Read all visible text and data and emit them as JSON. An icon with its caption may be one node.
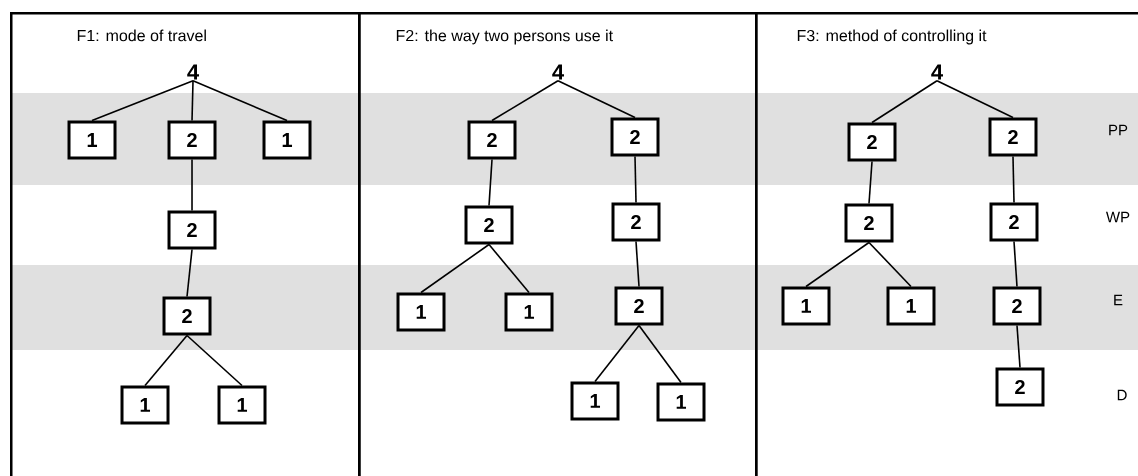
{
  "diagram": {
    "nodes": [
      {
        "text": [
          "F1: mode of travel"
        ]
      },
      {
        "text": [
          "4"
        ],
        "in": 0
      },
      {
        "text": [
          "1"
        ],
        "in": 0
      },
      {
        "text": [
          "2"
        ],
        "in": 0
      },
      {
        "text": [
          "1"
        ],
        "in": 0
      },
      {
        "text": [
          "2"
        ],
        "in": 0
      },
      {
        "text": [
          "2"
        ],
        "in": 0
      },
      {
        "text": [
          "1"
        ],
        "in": 0
      },
      {
        "text": [
          "1"
        ],
        "in": 0
      },
      {
        "text": [
          "F2: the way two persons use it"
        ]
      },
      {
        "text": [
          "4"
        ],
        "in": 9
      },
      {
        "text": [
          "2"
        ],
        "in": 9
      },
      {
        "text": [
          "2"
        ],
        "in": 9
      },
      {
        "text": [
          "2"
        ],
        "in": 9
      },
      {
        "text": [
          "2"
        ],
        "in": 9
      },
      {
        "text": [
          "1"
        ],
        "in": 9
      },
      {
        "text": [
          "1"
        ],
        "in": 9
      },
      {
        "text": [
          "2"
        ],
        "in": 9
      },
      {
        "text": [
          "1"
        ],
        "in": 9
      },
      {
        "text": [
          "1"
        ],
        "in": 9
      },
      {
        "text": [
          "F3:  method of controlling it"
        ]
      },
      {
        "text": [
          "4"
        ],
        "in": 20
      },
      {
        "text": [
          "2"
        ],
        "in": 20
      },
      {
        "text": [
          "2"
        ],
        "in": 20
      },
      {
        "text": [
          "2"
        ],
        "in": 20
      },
      {
        "text": [
          "2"
        ],
        "in": 20
      },
      {
        "text": [
          "1"
        ],
        "in": 20
      },
      {
        "text": [
          "1"
        ],
        "in": 20
      },
      {
        "text": [
          "2"
        ],
        "in": 20
      },
      {
        "text": [
          "2"
        ],
        "in": 20
      }
    ],
    "edges": [
      {
        "from": 1,
        "to": 2,
        "arrow": "none"
      },
      {
        "from": 1,
        "to": 3,
        "arrow": "none"
      },
      {
        "from": 1,
        "to": 4,
        "arrow": "none"
      },
      {
        "from": 3,
        "to": 5,
        "arrow": "none"
      },
      {
        "from": 5,
        "to": 6,
        "arrow": "none"
      },
      {
        "from": 6,
        "to": 7,
        "arrow": "none"
      },
      {
        "from": 6,
        "to": 8,
        "arrow": "none"
      },
      {
        "from": 10,
        "to": 11,
        "arrow": "none"
      },
      {
        "from": 10,
        "to": 12,
        "arrow": "none"
      },
      {
        "from": 11,
        "to": 13,
        "arrow": "none"
      },
      {
        "from": 13,
        "to": 15,
        "arrow": "none"
      },
      {
        "from": 13,
        "to": 16,
        "arrow": "none"
      },
      {
        "from": 12,
        "to": 14,
        "arrow": "none"
      },
      {
        "from": 14,
        "to": 17,
        "arrow": "none"
      },
      {
        "from": 17,
        "to": 18,
        "arrow": "none"
      },
      {
        "from": 17,
        "to": 19,
        "arrow": "none"
      },
      {
        "from": 21,
        "to": 22,
        "arrow": "none"
      },
      {
        "from": 21,
        "to": 23,
        "arrow": "none"
      },
      {
        "from": 22,
        "to": 24,
        "arrow": "none"
      },
      {
        "from": 24,
        "to": 26,
        "arrow": "none"
      },
      {
        "from": 24,
        "to": 27,
        "arrow": "none"
      },
      {
        "from": 23,
        "to": 25,
        "arrow": "none"
      },
      {
        "from": 25,
        "to": 28,
        "arrow": "none"
      },
      {
        "from": 28,
        "to": 29,
        "arrow": "none"
      }
    ],
    "labels": [
      "PP",
      "WP",
      "E",
      "D"
    ]
  }
}
